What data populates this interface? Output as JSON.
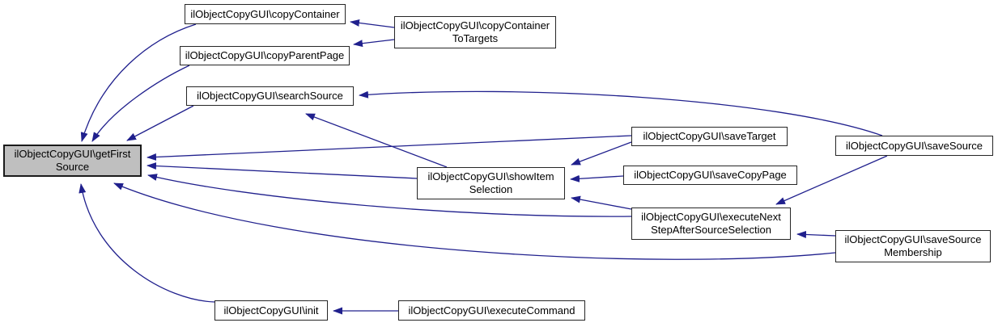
{
  "diagram": {
    "type": "doxygen-caller-graph",
    "focus_function": "ilObjectCopyGUI\\getFirstSource",
    "colors": {
      "edge": "#20208d",
      "node_border": "#262626",
      "node_fill": "#ffffff",
      "focus_node_fill": "#bfbfbf",
      "text": "#000000",
      "background": "#ffffff"
    }
  },
  "nodes": {
    "getFirstSource": {
      "label": "ilObjectCopyGUI\\getFirst\nSource"
    },
    "copyContainer": {
      "label": "ilObjectCopyGUI\\copyContainer"
    },
    "copyParentPage": {
      "label": "ilObjectCopyGUI\\copyParentPage"
    },
    "searchSource": {
      "label": "ilObjectCopyGUI\\searchSource"
    },
    "copyContainerToTargets": {
      "label": "ilObjectCopyGUI\\copyContainer\nToTargets"
    },
    "showItemSelection": {
      "label": "ilObjectCopyGUI\\showItem\nSelection"
    },
    "saveTarget": {
      "label": "ilObjectCopyGUI\\saveTarget"
    },
    "saveCopyPage": {
      "label": "ilObjectCopyGUI\\saveCopyPage"
    },
    "executeNextStepAfterSourceSelection": {
      "label": "ilObjectCopyGUI\\executeNext\nStepAfterSourceSelection"
    },
    "saveSource": {
      "label": "ilObjectCopyGUI\\saveSource"
    },
    "saveSourceMembership": {
      "label": "ilObjectCopyGUI\\saveSource\nMembership"
    },
    "init": {
      "label": "ilObjectCopyGUI\\init"
    },
    "executeCommand": {
      "label": "ilObjectCopyGUI\\executeCommand"
    }
  },
  "edges": [
    {
      "from": "copyContainerToTargets",
      "to": "copyContainer"
    },
    {
      "from": "copyContainerToTargets",
      "to": "copyParentPage"
    },
    {
      "from": "copyContainer",
      "to": "getFirstSource"
    },
    {
      "from": "copyParentPage",
      "to": "getFirstSource"
    },
    {
      "from": "searchSource",
      "to": "getFirstSource"
    },
    {
      "from": "saveSource",
      "to": "searchSource"
    },
    {
      "from": "showItemSelection",
      "to": "searchSource"
    },
    {
      "from": "saveTarget",
      "to": "showItemSelection"
    },
    {
      "from": "saveCopyPage",
      "to": "showItemSelection"
    },
    {
      "from": "executeNextStepAfterSourceSelection",
      "to": "showItemSelection"
    },
    {
      "from": "saveTarget",
      "to": "getFirstSource"
    },
    {
      "from": "showItemSelection",
      "to": "getFirstSource"
    },
    {
      "from": "executeNextStepAfterSourceSelection",
      "to": "getFirstSource"
    },
    {
      "from": "saveSource",
      "to": "executeNextStepAfterSourceSelection"
    },
    {
      "from": "saveSourceMembership",
      "to": "executeNextStepAfterSourceSelection"
    },
    {
      "from": "saveSourceMembership",
      "to": "getFirstSource"
    },
    {
      "from": "init",
      "to": "getFirstSource"
    },
    {
      "from": "executeCommand",
      "to": "init"
    }
  ]
}
